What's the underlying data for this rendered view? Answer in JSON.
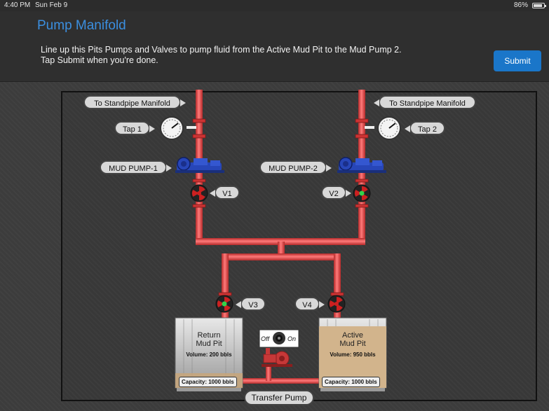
{
  "status_bar": {
    "time": "4:40 PM",
    "date": "Sun Feb 9",
    "battery": "86%"
  },
  "header": {
    "title": "Pump Manifold",
    "instruction_line1": "Line up this Pits Pumps and Valves to pump fluid from the Active Mud Pit to the Mud Pump 2.",
    "instruction_line2": "Tap Submit when you're done.",
    "submit_label": "Submit"
  },
  "diagram": {
    "standpipe_left": "To Standpipe Manifold",
    "standpipe_right": "To Standpipe Manifold",
    "tap1": "Tap 1",
    "tap2": "Tap 2",
    "mud_pump_1": "MUD PUMP-1",
    "mud_pump_2": "MUD PUMP-2",
    "v1": "V1",
    "v2": "V2",
    "v3": "V3",
    "v4": "V4",
    "return_pit": {
      "line1": "Return",
      "line2": "Mud Pit",
      "volume": "Volume: 200 bbls",
      "capacity": "Capacity: 1000 bbls"
    },
    "active_pit": {
      "line1": "Active",
      "line2": "Mud Pit",
      "volume": "Volume: 950 bbls",
      "capacity": "Capacity: 1000 bbls"
    },
    "switch_off": "Off",
    "switch_on": "On",
    "transfer_pump": "Transfer Pump"
  },
  "colors": {
    "accent": "#3b8fe0",
    "submit": "#1a76c9",
    "pipe": "#e84848",
    "pump": "#2746b8",
    "valve_closed": "#cc2020",
    "valve_open_center": "#34d34a",
    "active_fluid": "#d2b48c"
  }
}
